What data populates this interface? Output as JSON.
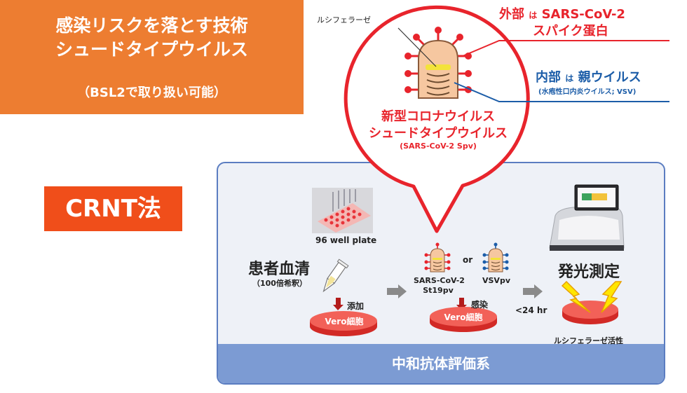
{
  "title_box": {
    "line1": "感染リスクを落とす技術",
    "line2": "シュードタイプウイルス",
    "line3": "（BSL2で取り扱い可能）"
  },
  "method_label": "CRNT法",
  "virus_callout": {
    "luciferase_label": "ルシフェラーゼ",
    "outer_prefix": "外部",
    "outer_ha": "は",
    "outer_name": "SARS-CoV-2",
    "outer_line2": "スパイク蛋白",
    "inner_prefix": "内部",
    "inner_ha": "は",
    "inner_name": "親ウイルス",
    "inner_note": "(水疱性口内炎ウイルス; VSV)",
    "name_line1": "新型コロナウイルス",
    "name_line2": "シュードタイプウイルス",
    "name_abbr": "(SARS-CoV-2 Spv)"
  },
  "workflow": {
    "well_plate_label": "96 well plate",
    "serum_label": "患者血清",
    "serum_dilution": "（100倍希釈）",
    "add_label": "添加",
    "cell_label": "Vero細胞",
    "or_label": "or",
    "spv_label_1": "SARS-CoV-2",
    "spv_label_2": "St19pv",
    "vsv_label": "VSVpv",
    "infect_label": "感染",
    "time_label": "<24 hr",
    "luminescence_title": "発光測定",
    "luciferase_activity": "ルシフェラーゼ活性",
    "panel_footer": "中和抗体評価系"
  },
  "colors": {
    "orange": "#ED7D31",
    "red": "#E8242C",
    "blue": "#1C5DA8",
    "panel_border": "#5B7DC1",
    "panel_footer": "#7C9BD3",
    "dish": "#E8342E",
    "flash": "#FFE600"
  }
}
